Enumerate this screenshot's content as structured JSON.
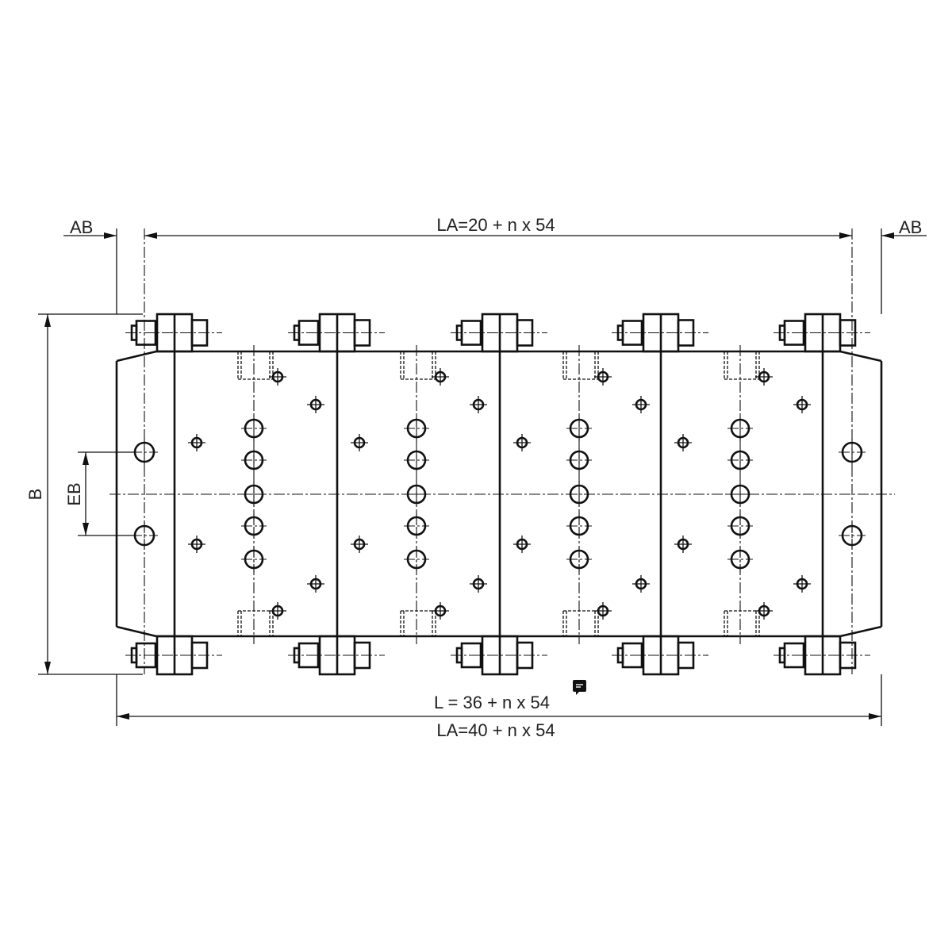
{
  "drawing": {
    "dim_ab_left": "AB",
    "dim_ab_right": "AB",
    "dim_la_top": "LA=20 + n x 54",
    "dim_b": "B",
    "dim_eb": "EB",
    "dim_l": "L = 36 + n x 54",
    "dim_la_bottom": "LA=40 + n x 54",
    "section_count": 4,
    "comment_icon": "comment-icon"
  }
}
